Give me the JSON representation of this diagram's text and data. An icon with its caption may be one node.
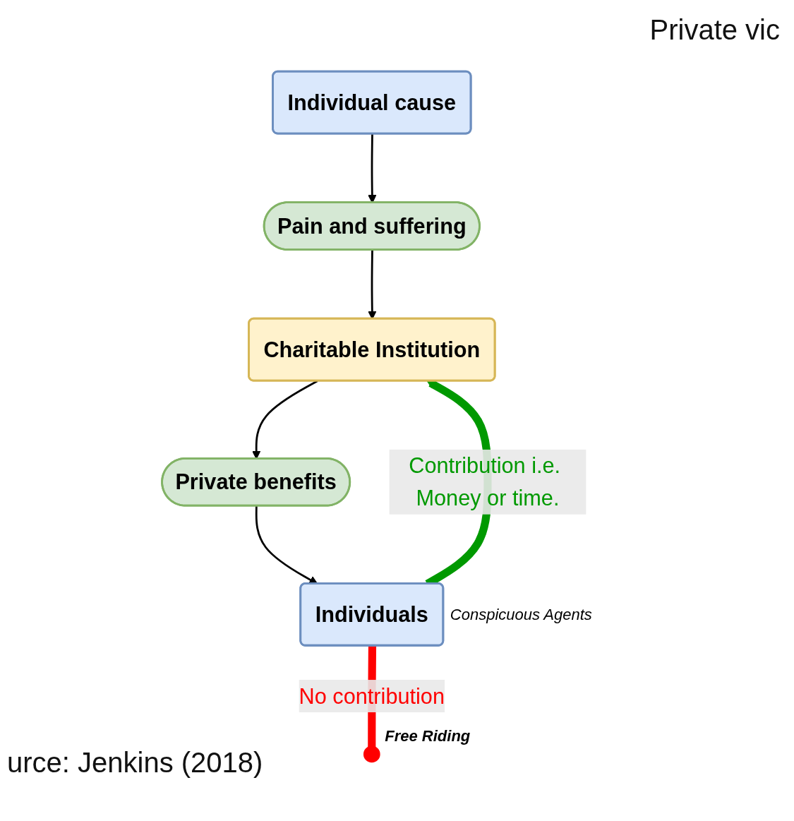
{
  "diagram": {
    "nodes": [
      {
        "text": [
          "Individual cause"
        ]
      },
      {
        "text": [
          "Pain and suffering"
        ]
      },
      {
        "text": [
          "Charitable Institution"
        ]
      },
      {
        "text": [
          "Private benefits"
        ]
      },
      {
        "text": [
          "Individuals"
        ],
        "beside": [
          "Conspicuous Agents"
        ]
      },
      {
        "text": [],
        "shape": "circle",
        "beside": [
          "Free Riding"
        ]
      }
    ],
    "edges": [
      {
        "from": 0,
        "to": 1,
        "arrow": "to"
      },
      {
        "from": 1,
        "to": 2,
        "arrow": "to"
      },
      {
        "from": 2,
        "to": 3,
        "arrow": "to"
      },
      {
        "from": 3,
        "to": 4,
        "arrow": "to"
      },
      {
        "from": 4,
        "to": 2,
        "arrow": "to",
        "label": "Contribution i.e. Money or time.",
        "style": "thick",
        "color": "#009900"
      },
      {
        "from": 4,
        "to": 5,
        "arrow": "none",
        "label": "No contribution",
        "style": "thick",
        "color": "#ff0000"
      }
    ],
    "labels": [
      "Private vic",
      "urce: Jenkins (2018)"
    ]
  }
}
